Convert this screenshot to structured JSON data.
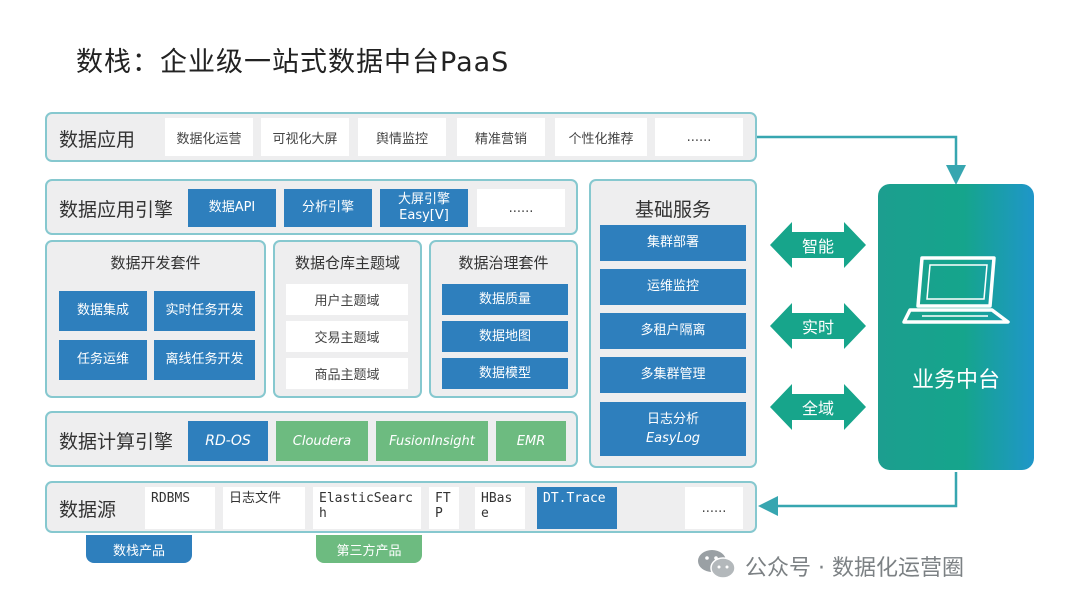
{
  "title": "数栈：企业级一站式数据中台PaaS",
  "data_app": {
    "label": "数据应用",
    "items": [
      "数据化运营",
      "可视化大屏",
      "舆情监控",
      "精准营销",
      "个性化推荐",
      "......"
    ]
  },
  "engine": {
    "label": "数据应用引擎",
    "items": [
      "数据API",
      "分析引擎",
      "大屏引擎",
      "Easy[V]",
      "......"
    ]
  },
  "dev_suite": {
    "label": "数据开发套件",
    "items": [
      "数据集成",
      "实时任务开发",
      "任务运维",
      "离线任务开发"
    ]
  },
  "warehouse": {
    "label": "数据仓库主题域",
    "items": [
      "用户主题域",
      "交易主题域",
      "商品主题域"
    ]
  },
  "governance": {
    "label": "数据治理套件",
    "items": [
      "数据质量",
      "数据地图",
      "数据模型"
    ]
  },
  "compute": {
    "label": "数据计算引擎",
    "items": [
      "RD-OS",
      "Cloudera",
      "FusionInsight",
      "EMR"
    ]
  },
  "basic": {
    "label": "基础服务",
    "items": [
      "集群部署",
      "运维监控",
      "多租户隔离",
      "多集群管理",
      "日志分析",
      "EasyLog"
    ]
  },
  "arrows": [
    "智能",
    "实时",
    "全域"
  ],
  "business": {
    "label": "业务中台",
    "icon": "laptop-icon"
  },
  "source": {
    "label": "数据源",
    "items": [
      "RDBMS",
      "日志文件",
      "ElasticSearch",
      "FTP",
      "HBase",
      "DT.Trace",
      "......"
    ]
  },
  "legend": {
    "own": "数栈产品",
    "third": "第三方产品"
  },
  "watermark": "公众号 · 数据化运营圈",
  "colors": {
    "panel_border": "#86c8cf",
    "panel_bg": "#eeeeef",
    "blue": "#2e7fbd",
    "green": "#6dbb80",
    "teal": "#17a58b",
    "arrow_line": "#37a6b0"
  }
}
